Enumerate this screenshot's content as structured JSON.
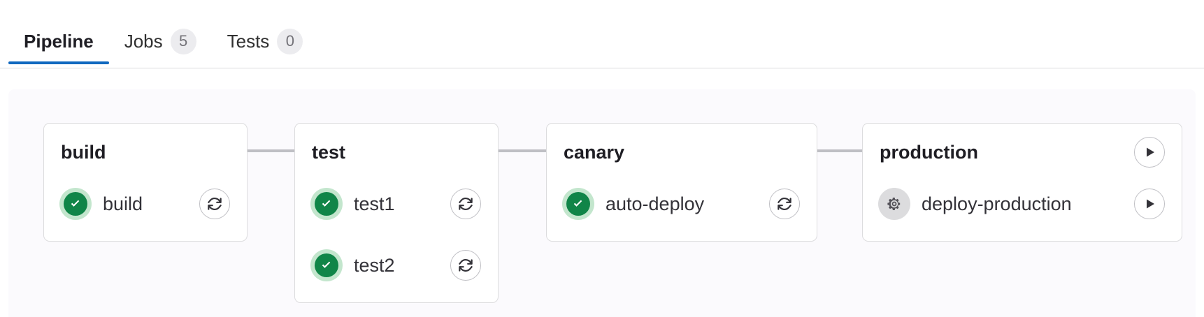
{
  "tabs": [
    {
      "label": "Pipeline",
      "badge": null,
      "active": true,
      "name": "tab-pipeline"
    },
    {
      "label": "Jobs",
      "badge": "5",
      "active": false,
      "name": "tab-jobs"
    },
    {
      "label": "Tests",
      "badge": "0",
      "active": false,
      "name": "tab-tests"
    }
  ],
  "colors": {
    "active_tab_underline": "#1068bf",
    "success_green": "#108548",
    "success_halo": "#c3e6cd",
    "manual_gray": "#737278",
    "manual_halo": "#dcdcde",
    "connector_line": "#bfbfc4",
    "card_border": "#dcdcde",
    "graph_background": "#fbfafd"
  },
  "pipeline": {
    "stages": [
      {
        "name": "build",
        "title": "build",
        "header_action": null,
        "jobs": [
          {
            "name": "build",
            "status": "success",
            "status_icon": "status-success-icon",
            "action": "retry",
            "action_icon": "retry-icon"
          }
        ]
      },
      {
        "name": "test",
        "title": "test",
        "header_action": null,
        "jobs": [
          {
            "name": "test1",
            "status": "success",
            "status_icon": "status-success-icon",
            "action": "retry",
            "action_icon": "retry-icon"
          },
          {
            "name": "test2",
            "status": "success",
            "status_icon": "status-success-icon",
            "action": "retry",
            "action_icon": "retry-icon"
          }
        ]
      },
      {
        "name": "canary",
        "title": "canary",
        "header_action": null,
        "jobs": [
          {
            "name": "auto-deploy",
            "status": "success",
            "status_icon": "status-success-icon",
            "action": "retry",
            "action_icon": "retry-icon"
          }
        ]
      },
      {
        "name": "production",
        "title": "production",
        "header_action": "play",
        "header_action_icon": "play-icon",
        "jobs": [
          {
            "name": "deploy-production",
            "status": "manual",
            "status_icon": "status-manual-gear-icon",
            "action": "play",
            "action_icon": "play-icon"
          }
        ]
      }
    ]
  }
}
